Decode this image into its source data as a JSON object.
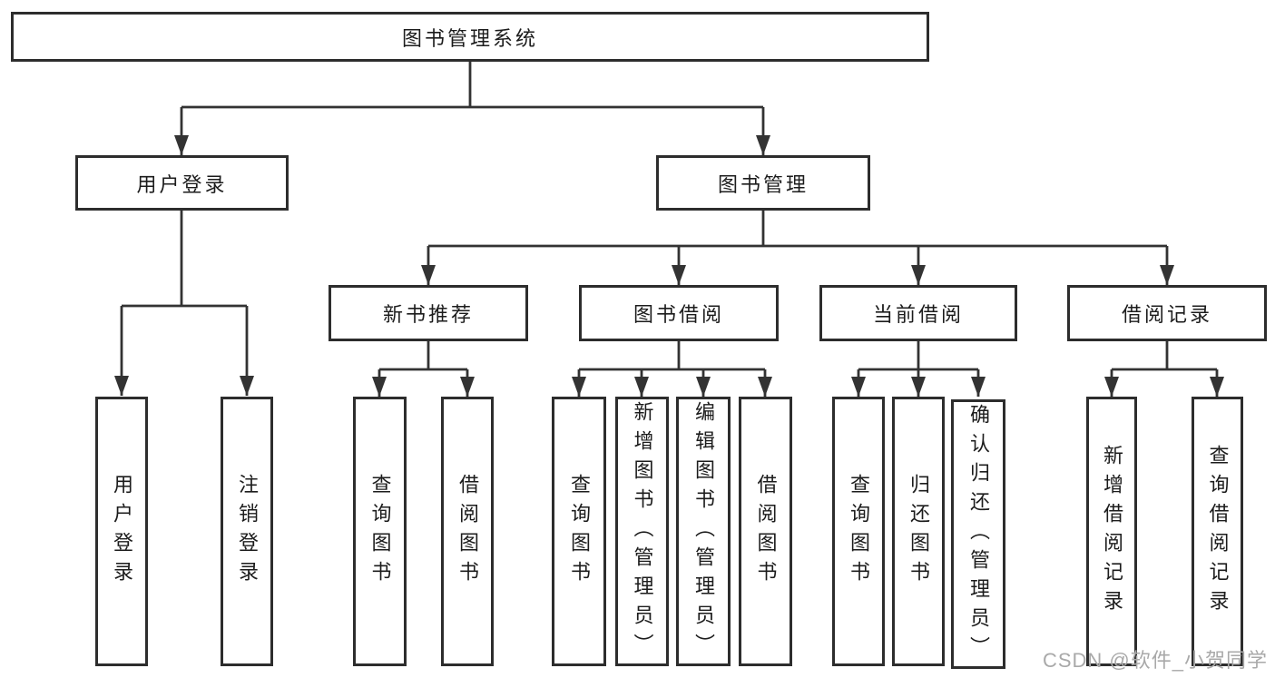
{
  "diagram": {
    "root": "图书管理系统",
    "level2": [
      {
        "label": "用户登录",
        "leaves": [
          "用户登录",
          "注销登录"
        ]
      },
      {
        "label": "图书管理"
      }
    ],
    "level3": [
      {
        "label": "新书推荐",
        "leaves": [
          "查询图书",
          "借阅图书"
        ]
      },
      {
        "label": "图书借阅",
        "leaves": [
          "查询图书",
          "新增图书（管理员）",
          "编辑图书（管理员）",
          "借阅图书"
        ]
      },
      {
        "label": "当前借阅",
        "leaves": [
          "查询图书",
          "归还图书",
          "确认归还（管理员）"
        ]
      },
      {
        "label": "借阅记录",
        "leaves": [
          "新增借阅记录",
          "查询借阅记录"
        ]
      }
    ]
  },
  "watermark": "CSDN @软件_小贺同学",
  "colors": {
    "line": "#333333",
    "box_border": "#2d2d2d",
    "text": "#1c1c1c",
    "background": "#ffffff",
    "watermark": "#a9a9a9"
  }
}
